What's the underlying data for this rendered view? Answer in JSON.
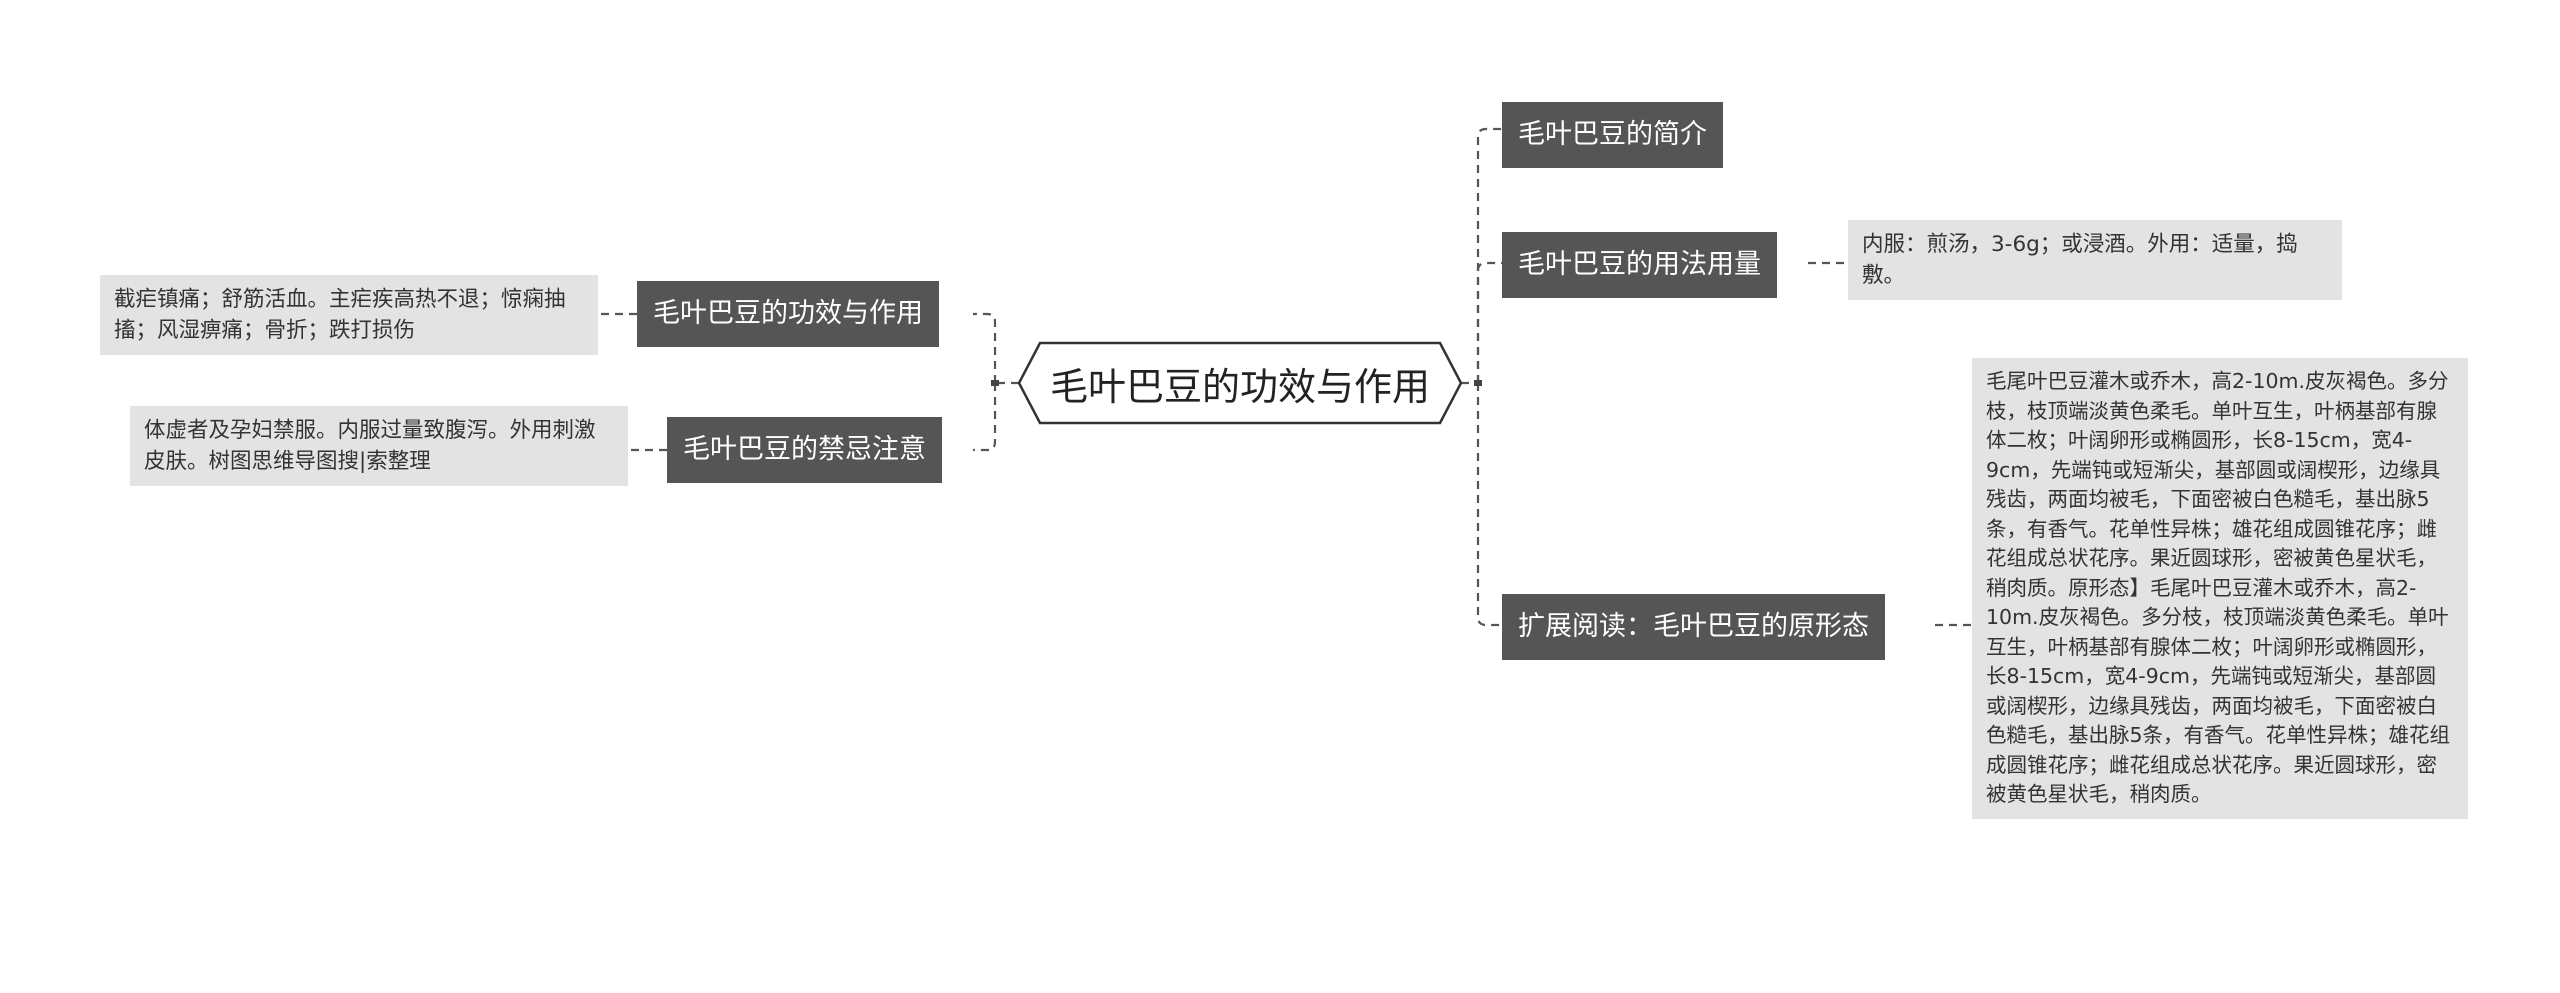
{
  "root": {
    "title": "毛叶巴豆的功效与作用"
  },
  "left": [
    {
      "label": "毛叶巴豆的功效与作用",
      "detail": "截疟镇痛；舒筋活血。主疟疾高热不退；惊痫抽搐；风湿痹痛；骨折；跌打损伤"
    },
    {
      "label": "毛叶巴豆的禁忌注意",
      "detail": "体虚者及孕妇禁服。内服过量致腹泻。外用刺激皮肤。树图思维导图搜|索整理"
    }
  ],
  "right": [
    {
      "label": "毛叶巴豆的简介"
    },
    {
      "label": "毛叶巴豆的用法用量",
      "detail": "内服：煎汤，3-6g；或浸酒。外用：适量，捣敷。"
    },
    {
      "label": "扩展阅读：毛叶巴豆的原形态",
      "detail": "毛尾叶巴豆灌木或乔木，高2-10m.皮灰褐色。多分枝，枝顶端淡黄色柔毛。单叶互生，叶柄基部有腺体二枚；叶阔卵形或椭圆形，长8-15cm，宽4-9cm，先端钝或短渐尖，基部圆或阔楔形，边缘具残齿，两面均被毛，下面密被白色糙毛，基出脉5条，有香气。花单性异株；雄花组成圆锥花序；雌花组成总状花序。果近圆球形，密被黄色星状毛，稍肉质。原形态】毛尾叶巴豆灌木或乔木，高2-10m.皮灰褐色。多分枝，枝顶端淡黄色柔毛。单叶互生，叶柄基部有腺体二枚；叶阔卵形或椭圆形，长8-15cm，宽4-9cm，先端钝或短渐尖，基部圆或阔楔形，边缘具残齿，两面均被毛，下面密被白色糙毛，基出脉5条，有香气。花单性异株；雄花组成圆锥花序；雌花组成总状花序。果近圆球形，密被黄色星状毛，稍肉质。"
    }
  ]
}
